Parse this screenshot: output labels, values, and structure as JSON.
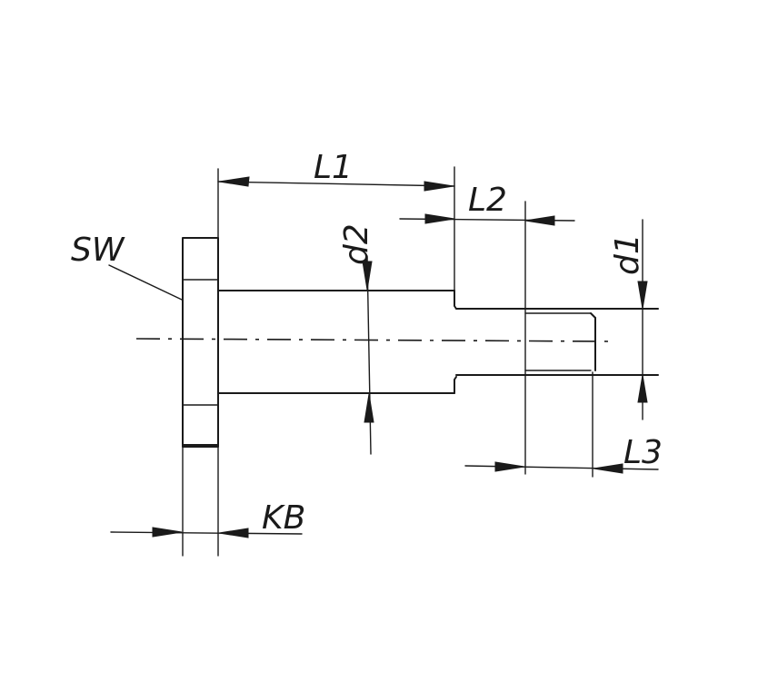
{
  "labels": {
    "sw": "SW",
    "l1": "L1",
    "l2": "L2",
    "l3": "L3",
    "kb": "KB",
    "d1": "d1",
    "d2": "d2"
  },
  "colors": {
    "ink": "#1a1a1a",
    "paper": "#ffffff"
  }
}
